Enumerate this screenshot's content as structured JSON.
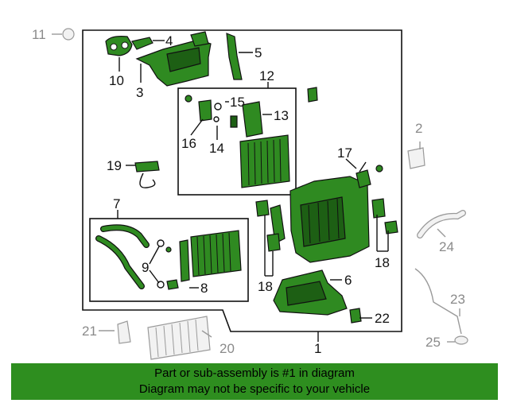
{
  "callouts": {
    "c1": "1",
    "c2": "2",
    "c3": "3",
    "c4": "4",
    "c5": "5",
    "c6": "6",
    "c7": "7",
    "c8": "8",
    "c9": "9",
    "c10": "10",
    "c11": "11",
    "c12": "12",
    "c13": "13",
    "c14": "14",
    "c15": "15",
    "c16": "16",
    "c17": "17",
    "c18a": "18",
    "c18b": "18",
    "c19": "19",
    "c20": "20",
    "c21": "21",
    "c22": "22",
    "c23": "23",
    "c24": "24",
    "c25": "25"
  },
  "footer": {
    "line1": "Part or sub-assembly is #1 in diagram",
    "line2": "Diagram may not be specific to your vehicle"
  },
  "colors": {
    "part_green": "#2f8a21",
    "footer_green": "#2e8e1f",
    "ghost_gray": "#9a9a9a"
  }
}
